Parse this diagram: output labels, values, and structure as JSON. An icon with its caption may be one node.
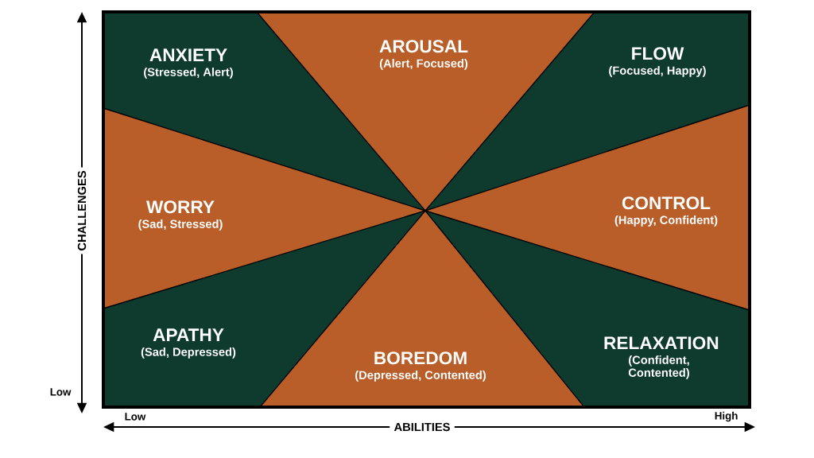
{
  "diagram": {
    "nodes": [
      {
        "text": [
          "ANXIETY",
          "(Stressed, Alert)"
        ]
      },
      {
        "text": [
          "AROUSAL",
          "(Alert, Focused)"
        ]
      },
      {
        "text": [
          "FLOW",
          "(Focused, Happy)"
        ]
      },
      {
        "text": [
          "WORRY",
          "(Sad, Stressed)"
        ]
      },
      {
        "text": [
          "CONTROL",
          "(Happy, Confident)"
        ]
      },
      {
        "text": [
          "APATHY",
          "(Sad, Depressed)"
        ]
      },
      {
        "text": [
          "BOREDOM",
          "(Depressed, Contented)"
        ]
      },
      {
        "text": [
          "RELAXATION",
          "(Confident, Contented)"
        ]
      }
    ],
    "edges": [],
    "labels": [
      "CHALLENGES",
      "Low",
      "Low",
      "High",
      "ABILITIES"
    ]
  }
}
